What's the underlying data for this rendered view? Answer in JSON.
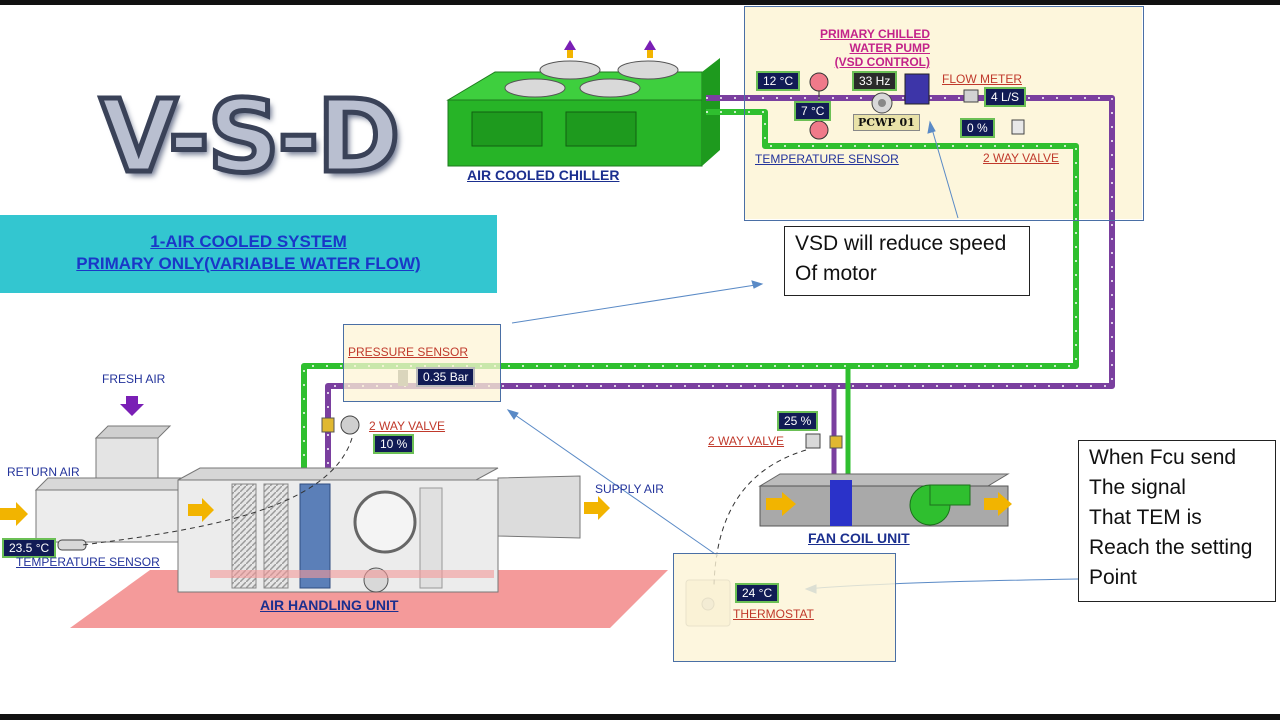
{
  "title": "V-S-D",
  "system": {
    "line1": "1-AIR COOLED SYSTEM",
    "line2": "PRIMARY ONLY(VARIABLE WATER FLOW)"
  },
  "chiller": {
    "label": "AIR COOLED CHILLER"
  },
  "pump_panel": {
    "pump_label_1": "PRIMARY CHILLED",
    "pump_label_2": "WATER PUMP",
    "pump_label_3": "(VSD CONTROL)",
    "supply_temp": "12 °C",
    "return_temp": "7 °C",
    "frequency": "33 Hz",
    "pump_tag": "PCWP 01",
    "flow_meter_label": "FLOW METER",
    "flow_value": "4 L/S",
    "valve_value": "0 %",
    "temp_sensor_label": "TEMPERATURE SENSOR",
    "valve_label": "2 WAY VALVE"
  },
  "note_vsd": {
    "line1": "VSD will reduce speed",
    "line2": "Of motor"
  },
  "pressure": {
    "label": "PRESSURE SENSOR",
    "value": "0.35 Bar"
  },
  "ahu": {
    "fresh_air": "FRESH AIR",
    "return_air": "RETURN AIR",
    "supply_air": "SUPPLY AIR",
    "valve_label": "2 WAY VALVE",
    "valve_value": "10 %",
    "temp_value": "23.5 °C",
    "temp_sensor_label": "TEMPERATURE SENSOR",
    "label": "AIR HANDLING UNIT"
  },
  "fcu": {
    "valve_value": "25 %",
    "valve_label": "2 WAY VALVE",
    "label": "FAN COIL UNIT"
  },
  "thermostat": {
    "value": "24 °C",
    "label": "THERMOSTAT"
  },
  "note_fcu": {
    "line1": "When Fcu send",
    "line2": "The signal",
    "line3": "That TEM is",
    "line4": "Reach the setting",
    "line5": "Point"
  },
  "colors": {
    "chilled_supply": "#2fbf2f",
    "chilled_return": "#7a3f9f",
    "panel_bg": "#fdf4d6",
    "banner_bg": "#33c6d0",
    "label_blue": "#1b2f8f",
    "label_red": "#c0392b"
  }
}
